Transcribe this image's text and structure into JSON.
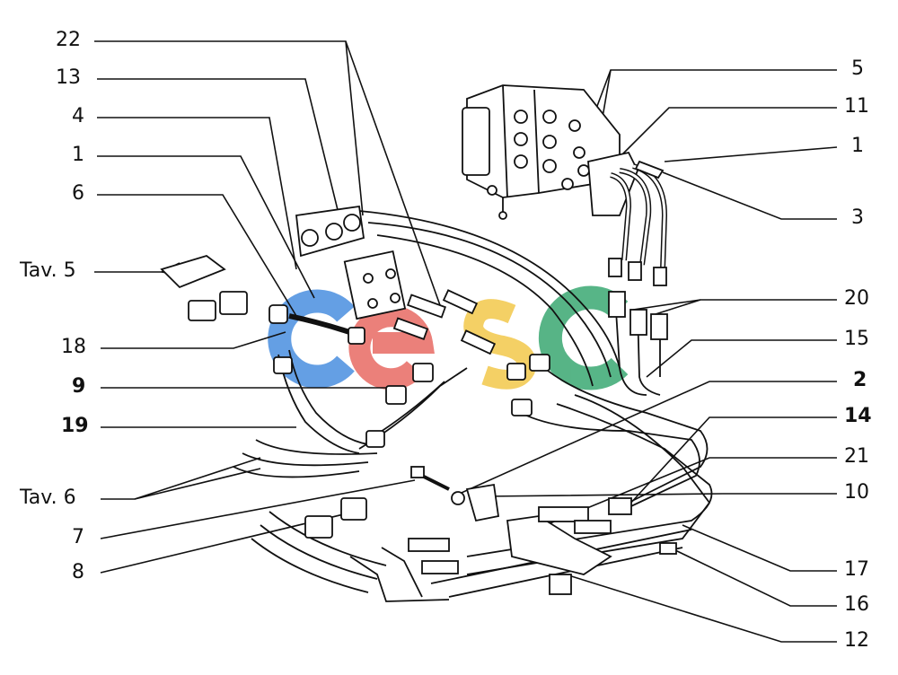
{
  "diagram": {
    "left_callouts": [
      {
        "id": "22",
        "label": "22"
      },
      {
        "id": "13",
        "label": "13"
      },
      {
        "id": "4",
        "label": "4"
      },
      {
        "id": "1L",
        "label": "1"
      },
      {
        "id": "6",
        "label": "6"
      },
      {
        "id": "tav5",
        "label": "Tav. 5"
      },
      {
        "id": "18",
        "label": "18"
      },
      {
        "id": "9",
        "label": "9"
      },
      {
        "id": "19",
        "label": "19"
      },
      {
        "id": "tav6",
        "label": "Tav. 6"
      },
      {
        "id": "7",
        "label": "7"
      },
      {
        "id": "8",
        "label": "8"
      }
    ],
    "right_callouts": [
      {
        "id": "5",
        "label": "5"
      },
      {
        "id": "11",
        "label": "11"
      },
      {
        "id": "1R",
        "label": "1"
      },
      {
        "id": "3",
        "label": "3"
      },
      {
        "id": "20",
        "label": "20"
      },
      {
        "id": "15",
        "label": "15"
      },
      {
        "id": "2",
        "label": "2"
      },
      {
        "id": "14",
        "label": "14"
      },
      {
        "id": "21",
        "label": "21"
      },
      {
        "id": "10",
        "label": "10"
      },
      {
        "id": "17",
        "label": "17"
      },
      {
        "id": "16",
        "label": "16"
      },
      {
        "id": "12",
        "label": "12"
      }
    ],
    "watermark": {
      "text": "cesc",
      "colors": [
        "#4a8fe0",
        "#e86a63",
        "#f3c84b",
        "#3aa872"
      ]
    },
    "line_color": "#111111"
  }
}
